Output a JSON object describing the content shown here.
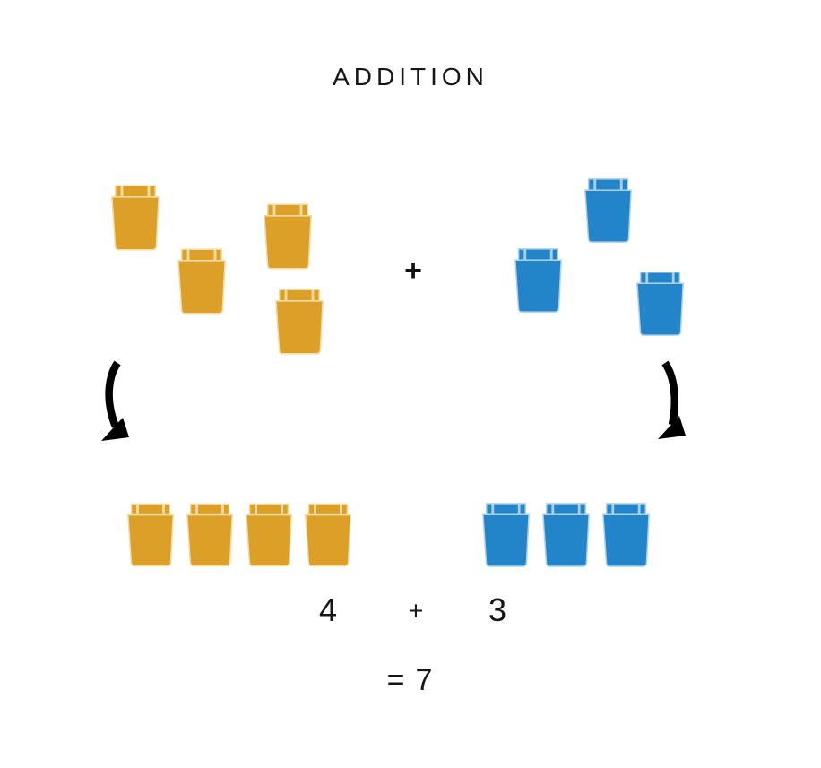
{
  "title": "ADDITION",
  "operator_plus": "+",
  "equation": {
    "addend1": "4",
    "plus_sign": "+",
    "addend2": "3",
    "equals_sign": "=",
    "sum": "7"
  },
  "bricks": {
    "scattered_orange": {
      "count": 4,
      "color": "orange"
    },
    "scattered_blue": {
      "count": 3,
      "color": "blue"
    },
    "row_orange": {
      "count": 4,
      "color": "orange"
    },
    "row_blue": {
      "count": 3,
      "color": "blue"
    }
  },
  "colors": {
    "orange": "#DC9F27",
    "orange_light": "#F2DCA4",
    "blue": "#2284C9",
    "blue_light": "#AECFEA",
    "text": "#161616",
    "arrow": "#000000"
  }
}
